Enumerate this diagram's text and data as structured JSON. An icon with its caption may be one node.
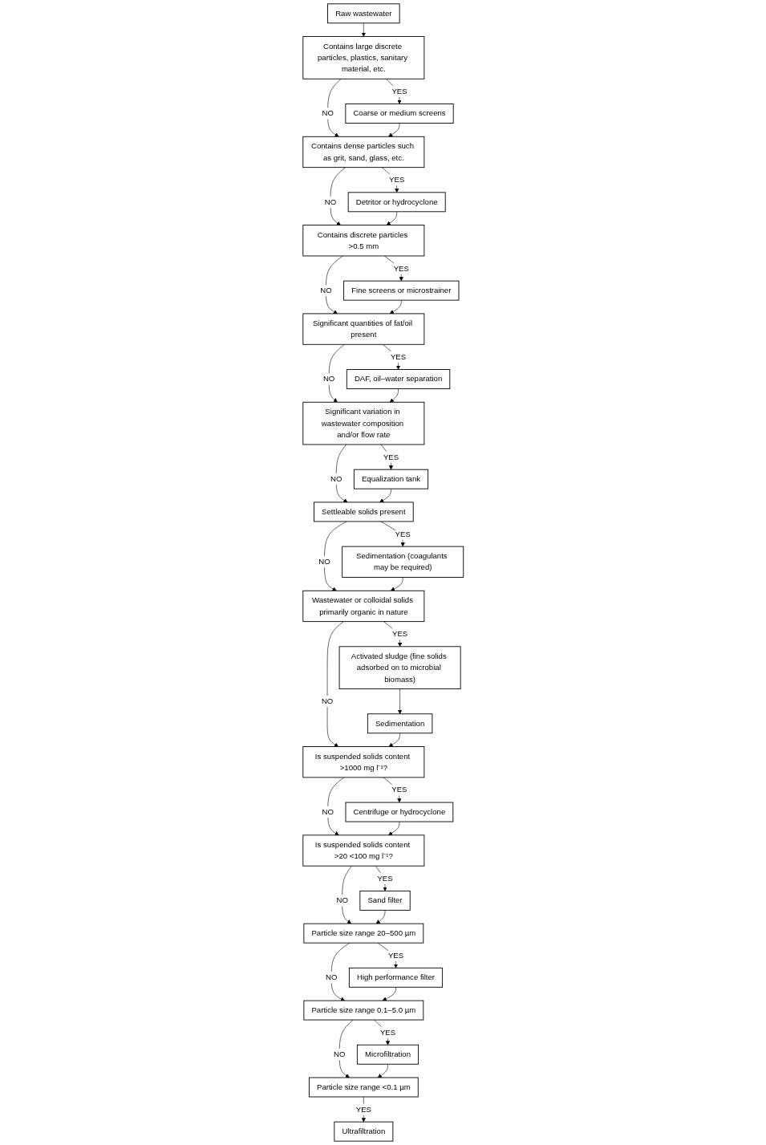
{
  "diagram": {
    "nodes": [
      {
        "text": [
          "Raw wastewater"
        ]
      },
      {
        "text": [
          "Contains large discrete particles, plastics, sanitary material, etc."
        ]
      },
      {
        "text": [
          "Coarse or medium screens"
        ]
      },
      {
        "text": [
          "Contains dense particles such as grit, sand, glass, etc."
        ]
      },
      {
        "text": [
          "Detritor or hydrocyclone"
        ]
      },
      {
        "text": [
          "Contains discrete particles >0.5 mm"
        ]
      },
      {
        "text": [
          "Fine screens or microstrainer"
        ]
      },
      {
        "text": [
          "Significant quantities of fat/oil present"
        ]
      },
      {
        "text": [
          "DAF, oil–water separation"
        ]
      },
      {
        "text": [
          "Significant variation in wastewater composition and/or flow rate"
        ]
      },
      {
        "text": [
          "Equalization tank"
        ]
      },
      {
        "text": [
          "Settleable solids present"
        ]
      },
      {
        "text": [
          "Sedimentation (coagulants may be required)"
        ]
      },
      {
        "text": [
          "Wastewater or colloidal solids primarily organic in nature"
        ]
      },
      {
        "text": [
          "Activated sludge (fine solids adsorbed on to microbial biomass)"
        ]
      },
      {
        "text": [
          "Sedimentation"
        ]
      },
      {
        "text": [
          "Is suspended solids content >1000 mg l⁻¹?"
        ]
      },
      {
        "text": [
          "Centrifuge or hydrocyclone"
        ]
      },
      {
        "text": [
          "Is suspended solids content >20 <100 mg l⁻¹?"
        ]
      },
      {
        "text": [
          "Sand filter"
        ]
      },
      {
        "text": [
          "Particle size range 20–500 µm"
        ]
      },
      {
        "text": [
          "High performance filter"
        ]
      },
      {
        "text": [
          "Particle size range 0.1–5.0 µm"
        ]
      },
      {
        "text": [
          "Microfiltration"
        ]
      },
      {
        "text": [
          "Particle size range <0.1 µm"
        ]
      },
      {
        "text": [
          "Ultrafiltration"
        ]
      }
    ],
    "edges": [
      {
        "from": 0,
        "to": 1,
        "arrow": "to"
      },
      {
        "from": 1,
        "to": 2,
        "label": "YES",
        "arrow": "to"
      },
      {
        "from": 1,
        "to": 3,
        "label": "NO",
        "arrow": "to"
      },
      {
        "from": 2,
        "to": 3,
        "arrow": "to"
      },
      {
        "from": 3,
        "to": 4,
        "label": "YES",
        "arrow": "to"
      },
      {
        "from": 3,
        "to": 5,
        "label": "NO",
        "arrow": "to"
      },
      {
        "from": 4,
        "to": 5,
        "arrow": "to"
      },
      {
        "from": 5,
        "to": 6,
        "label": "YES",
        "arrow": "to"
      },
      {
        "from": 5,
        "to": 7,
        "label": "NO",
        "arrow": "to"
      },
      {
        "from": 6,
        "to": 7,
        "arrow": "to"
      },
      {
        "from": 7,
        "to": 8,
        "label": "YES",
        "arrow": "to"
      },
      {
        "from": 7,
        "to": 9,
        "label": "NO",
        "arrow": "to"
      },
      {
        "from": 8,
        "to": 9,
        "arrow": "to"
      },
      {
        "from": 9,
        "to": 10,
        "label": "YES",
        "arrow": "to"
      },
      {
        "from": 9,
        "to": 11,
        "label": "NO",
        "arrow": "to"
      },
      {
        "from": 10,
        "to": 11,
        "arrow": "to"
      },
      {
        "from": 11,
        "to": 12,
        "label": "YES",
        "arrow": "to"
      },
      {
        "from": 11,
        "to": 13,
        "label": "NO",
        "arrow": "to"
      },
      {
        "from": 12,
        "to": 13,
        "arrow": "to"
      },
      {
        "from": 13,
        "to": 14,
        "label": "YES",
        "arrow": "to"
      },
      {
        "from": 14,
        "to": 15,
        "arrow": "to"
      },
      {
        "from": 13,
        "to": 16,
        "label": "NO",
        "arrow": "to"
      },
      {
        "from": 15,
        "to": 16,
        "arrow": "to"
      },
      {
        "from": 16,
        "to": 17,
        "label": "YES",
        "arrow": "to"
      },
      {
        "from": 16,
        "to": 18,
        "label": "NO",
        "arrow": "to"
      },
      {
        "from": 17,
        "to": 18,
        "arrow": "to"
      },
      {
        "from": 18,
        "to": 19,
        "label": "YES",
        "arrow": "to"
      },
      {
        "from": 18,
        "to": 20,
        "label": "NO",
        "arrow": "to"
      },
      {
        "from": 19,
        "to": 20,
        "arrow": "to"
      },
      {
        "from": 20,
        "to": 21,
        "label": "YES",
        "arrow": "to"
      },
      {
        "from": 20,
        "to": 22,
        "label": "NO",
        "arrow": "to"
      },
      {
        "from": 21,
        "to": 22,
        "arrow": "to"
      },
      {
        "from": 22,
        "to": 23,
        "label": "YES",
        "arrow": "to"
      },
      {
        "from": 22,
        "to": 24,
        "label": "NO",
        "arrow": "to"
      },
      {
        "from": 23,
        "to": 24,
        "arrow": "to"
      },
      {
        "from": 24,
        "to": 25,
        "label": "YES",
        "arrow": "to"
      }
    ]
  }
}
